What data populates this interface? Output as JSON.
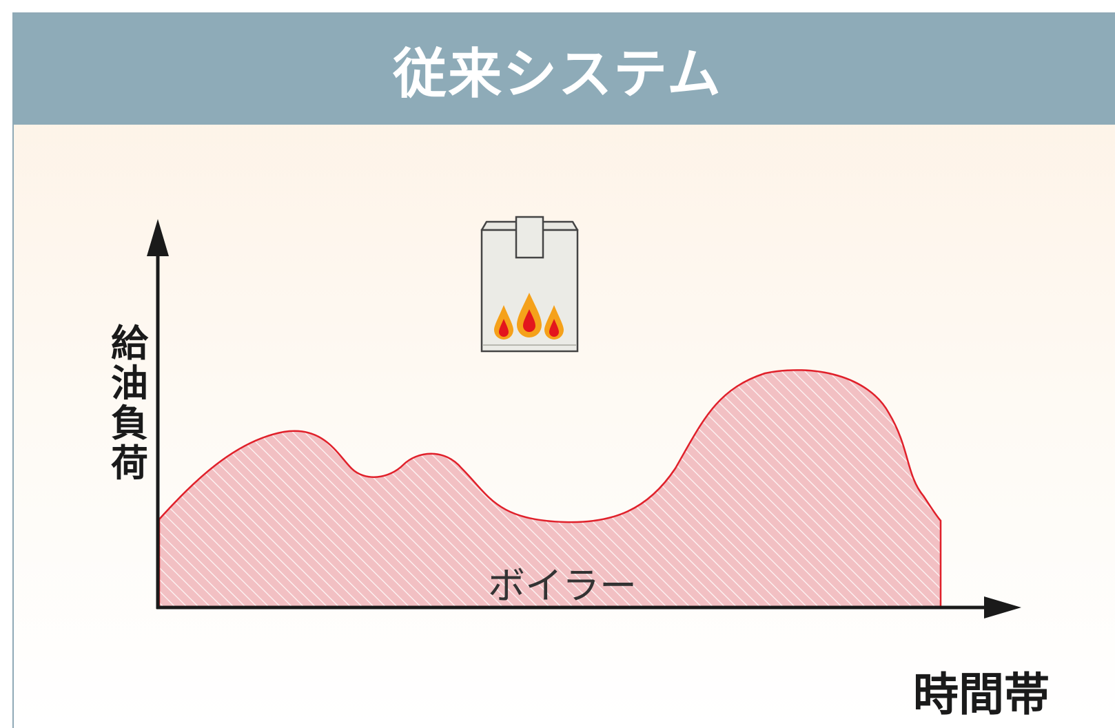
{
  "header": {
    "title": "従来システム"
  },
  "diagram": {
    "y_axis_label": [
      "給",
      "油",
      "負",
      "荷"
    ],
    "x_axis_label": "時間帯",
    "area_label": "ボイラー",
    "icon": "boiler-icon",
    "colors": {
      "header": "#8eabb8",
      "area_fill": "#f2c0c3",
      "area_stroke": "#e0202a",
      "axis": "#1a1a1a",
      "flame_outer": "#f5a11a",
      "flame_inner": "#e3151d"
    }
  }
}
